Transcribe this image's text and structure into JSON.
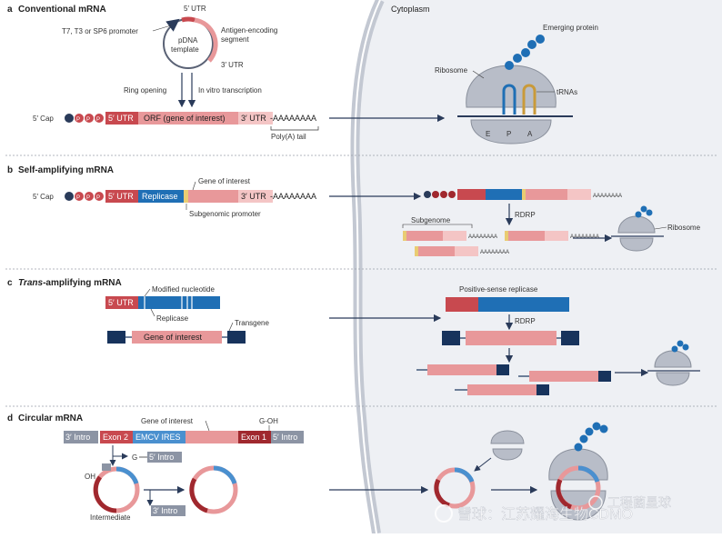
{
  "panels": {
    "a": {
      "letter": "a",
      "title": "Conventional mRNA"
    },
    "b": {
      "letter": "b",
      "title": "Self-amplifying mRNA"
    },
    "c": {
      "letter": "c",
      "title_italic": "Trans",
      "title_rest": "-amplifying mRNA"
    },
    "d": {
      "letter": "d",
      "title": "Circular mRNA"
    }
  },
  "cytoplasm_label": "Cytoplasm",
  "a": {
    "utr5_top": "5′ UTR",
    "promoter": "T7, T3 or SP6 promoter",
    "antigen_1": "Antigen-encoding",
    "antigen_2": "segment",
    "pdna_1": "pDNA",
    "pdna_2": "template",
    "utr3_top": "3′ UTR",
    "ring_opening": "Ring opening",
    "ivt": "In vitro transcription",
    "cap": "5′ Cap",
    "p": "P",
    "utr5": "5′ UTR",
    "orf": "ORF (gene of interest)",
    "utr3": "3′ UTR",
    "polya": "-AAAAAAAA",
    "polya_tail": "Poly(A) tail",
    "emerging_protein": "Emerging protein",
    "ribosome": "Ribosome",
    "trnas": "tRNAs",
    "site_e": "E",
    "site_p": "P",
    "site_a": "A"
  },
  "b": {
    "cap": "5′ Cap",
    "utr5": "5′ UTR",
    "replicase": "Replicase",
    "gene_of_interest": "Gene of interest",
    "utr3": "3′ UTR",
    "polya": "-AAAAAAAA",
    "sub_promoter": "Subgenomic promoter",
    "polya_small": "AAAAAAAA",
    "rdrp": "RDRP",
    "subgenome": "Subgenome",
    "ribosome": "Ribosome"
  },
  "c": {
    "utr5": "5′ UTR",
    "modified_nucleotide": "Modified nucleotide",
    "replicase": "Replicase",
    "transgene": "Transgene",
    "gene_of_interest": "Gene of interest",
    "positive_sense": "Positive-sense replicase",
    "rdrp": "RDRP"
  },
  "d": {
    "gene_of_interest": "Gene of interest",
    "goh_top": "G-OH",
    "intro3": "3′ Intro",
    "exon2": "Exon 2",
    "emcv": "EMCV IRES",
    "exon1": "Exon 1",
    "intro5": "5′ Intro",
    "g_label": "G",
    "intro5_b": "5′ Intro",
    "oh": "OH",
    "intro3_b": "3′ Intro",
    "intermediate": "Intermediate"
  },
  "watermark": {
    "xueqiu": "雪球：江苏耀海生物CDMO",
    "wechat": "工程菌星球"
  },
  "colors": {
    "blue": "#1f6fb5",
    "dark_red": "#c8494f",
    "salmon": "#e8989a",
    "light_pink": "#f4c5c5",
    "navy": "#17335c",
    "cytoplasm": "#eef0f4",
    "gold": "#e9cc73",
    "grey_box": "#8c94a4"
  }
}
